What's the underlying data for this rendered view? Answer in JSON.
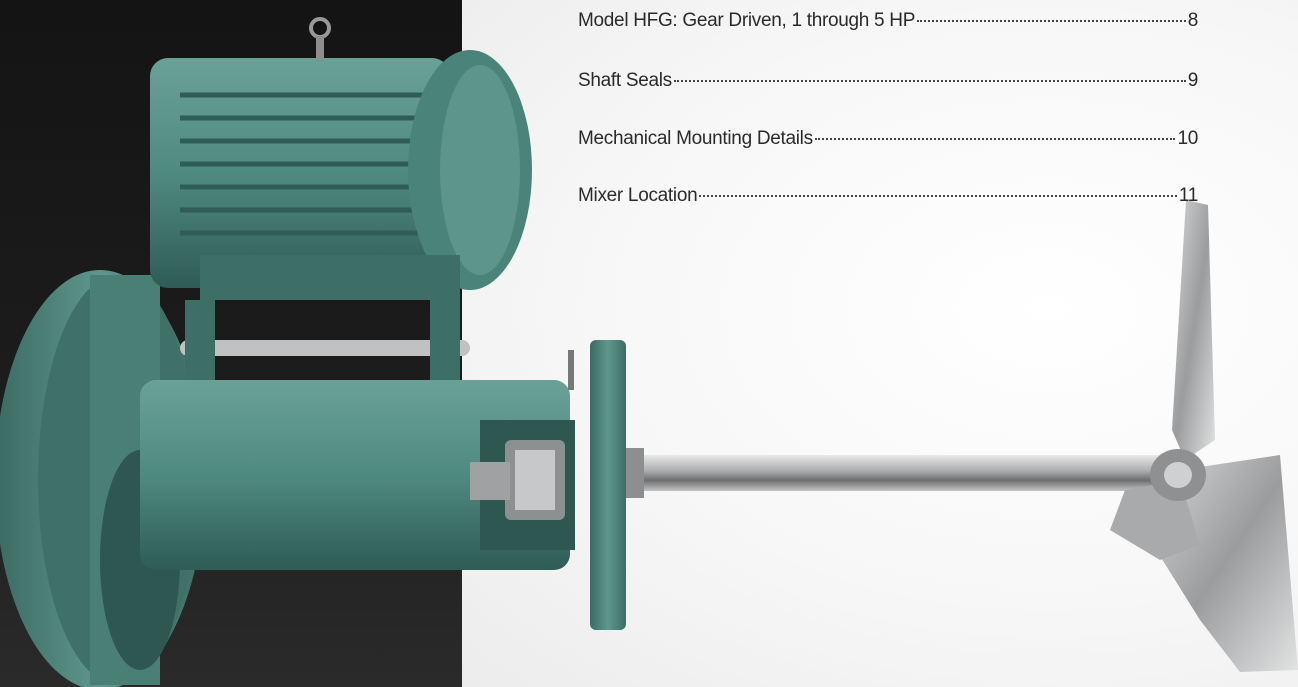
{
  "toc": {
    "entries": [
      {
        "label": "Model HFG: Gear Driven, 1 through 5 HP",
        "page": "8"
      },
      {
        "label": "Shaft Seals",
        "page": "9"
      },
      {
        "label": "Mechanical Mounting Details",
        "page": "10"
      },
      {
        "label": "Mixer Location",
        "page": "11"
      }
    ]
  },
  "colors": {
    "motor_green": "#4f8a80",
    "dark_background": "#161616",
    "steel": "#c9cacb"
  }
}
